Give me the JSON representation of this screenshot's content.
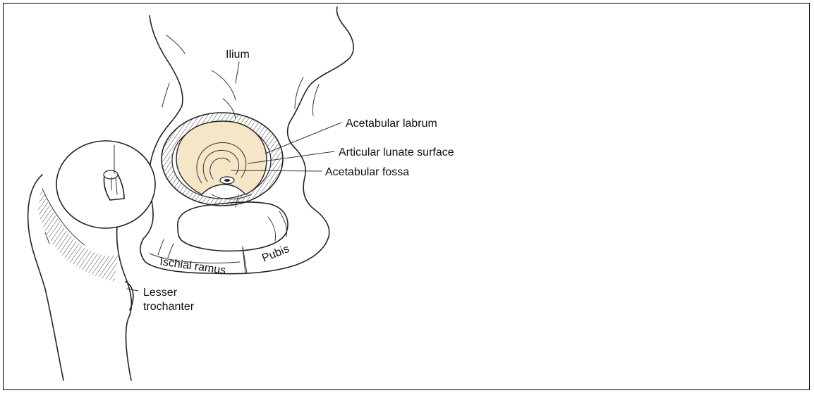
{
  "colors": {
    "cartilage": "#f6e6c8",
    "ink": "#222222",
    "background": "#ffffff"
  },
  "labels": {
    "ilium": "Ilium",
    "acetabular_labrum": "Acetabular labrum",
    "articular_lunate_surface": "Articular lunate surface",
    "acetabular_fossa": "Acetabular fossa",
    "pubis": "Pubis",
    "ischial_ramus": "Ischial ramus",
    "lesser_trochanter_line1": "Lesser",
    "lesser_trochanter_line2": "trochanter"
  }
}
